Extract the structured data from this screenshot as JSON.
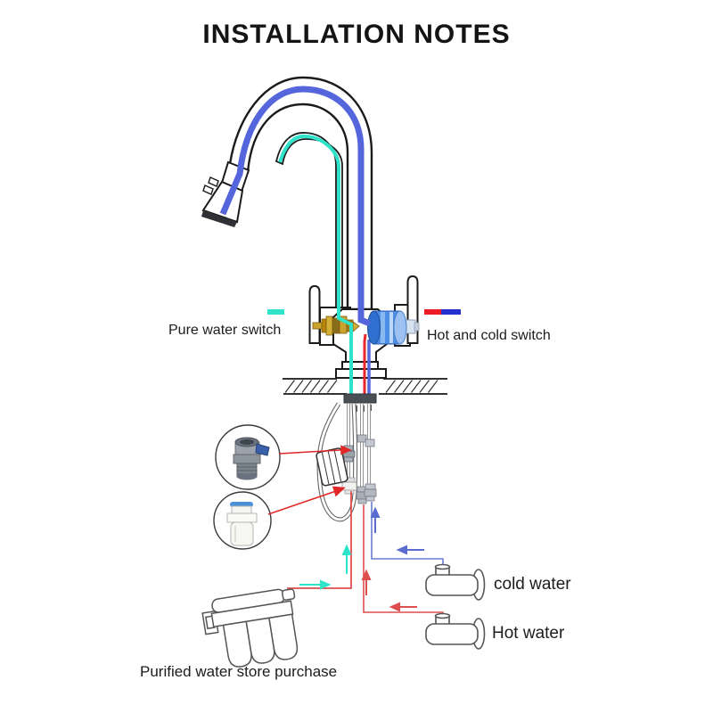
{
  "title": "INSTALLATION NOTES",
  "legend": {
    "pure_water": {
      "label": "Pure water switch",
      "swatch_color": "#2ee3c9"
    },
    "hot_cold": {
      "label": "Hot and cold switch",
      "swatch_red": "#ed1c24",
      "swatch_blue": "#2531cf"
    }
  },
  "faucet": {
    "tube_colors": {
      "mixed_spout_tube": "#5565dc",
      "pure_water_tube": "#2ee3c9",
      "hot_tube": "#e8262c",
      "cold_tube": "#5565dc"
    }
  },
  "under_sink_icons": [
    {
      "icon": "metal-adapter-connector-icon"
    },
    {
      "icon": "plastic-quick-connector-icon"
    }
  ],
  "supply": {
    "cold": {
      "label": "cold water",
      "line_color": "#6b7cd1"
    },
    "hot": {
      "label": "Hot water",
      "line_color": "#dd4f4f"
    }
  },
  "filter": {
    "label": "Purified water store purchase",
    "line_color": "#dd4f4f",
    "flow_arrow_color": "#2ee3c9"
  }
}
